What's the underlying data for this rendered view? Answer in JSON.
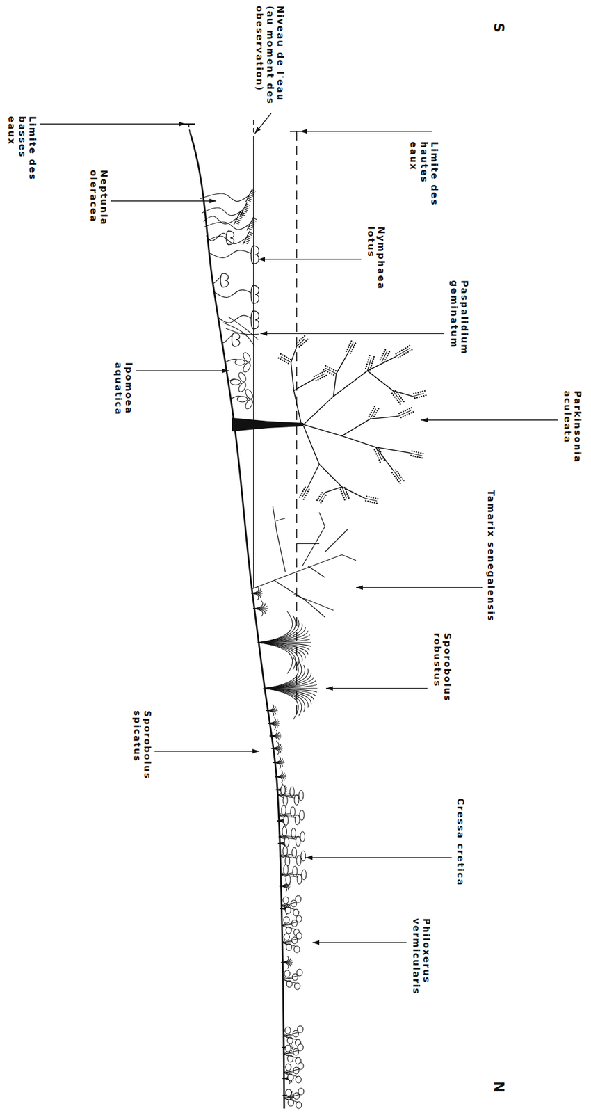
{
  "diagram": {
    "labels": [
      "S",
      "Limite des basses eaux",
      "Niveau de l'eau (au moment des obeservation)",
      "Limite des hautes eaux",
      "Neptunia oleracea",
      "Nymphaea lotus",
      "Paspalidium geminatum",
      "Ipomoea aquatica",
      "Parkinsonia aculeata",
      "Tamarix senegalensis",
      "Sporobolus robustus",
      "Sporobolus spicatus",
      "Cressa cretica",
      "Philoxerus vermicularis",
      "N"
    ]
  }
}
